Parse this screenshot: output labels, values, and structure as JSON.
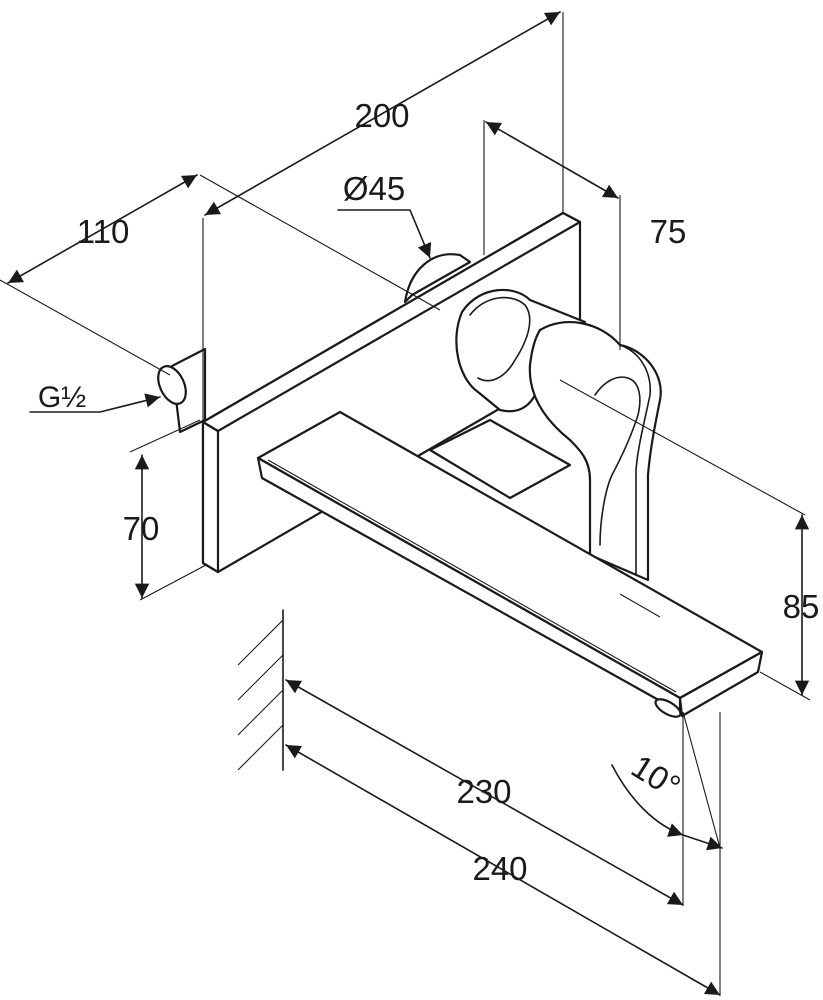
{
  "dimensions": {
    "overall_width": "200",
    "depth_to_wall": "110",
    "handle_diameter": "Ø45",
    "handle_offset": "75",
    "connection": "G½",
    "plate_height": "70",
    "spout_height": "85",
    "spout_reach_inner": "230",
    "spout_reach_outer": "240",
    "spout_angle": "10°"
  }
}
